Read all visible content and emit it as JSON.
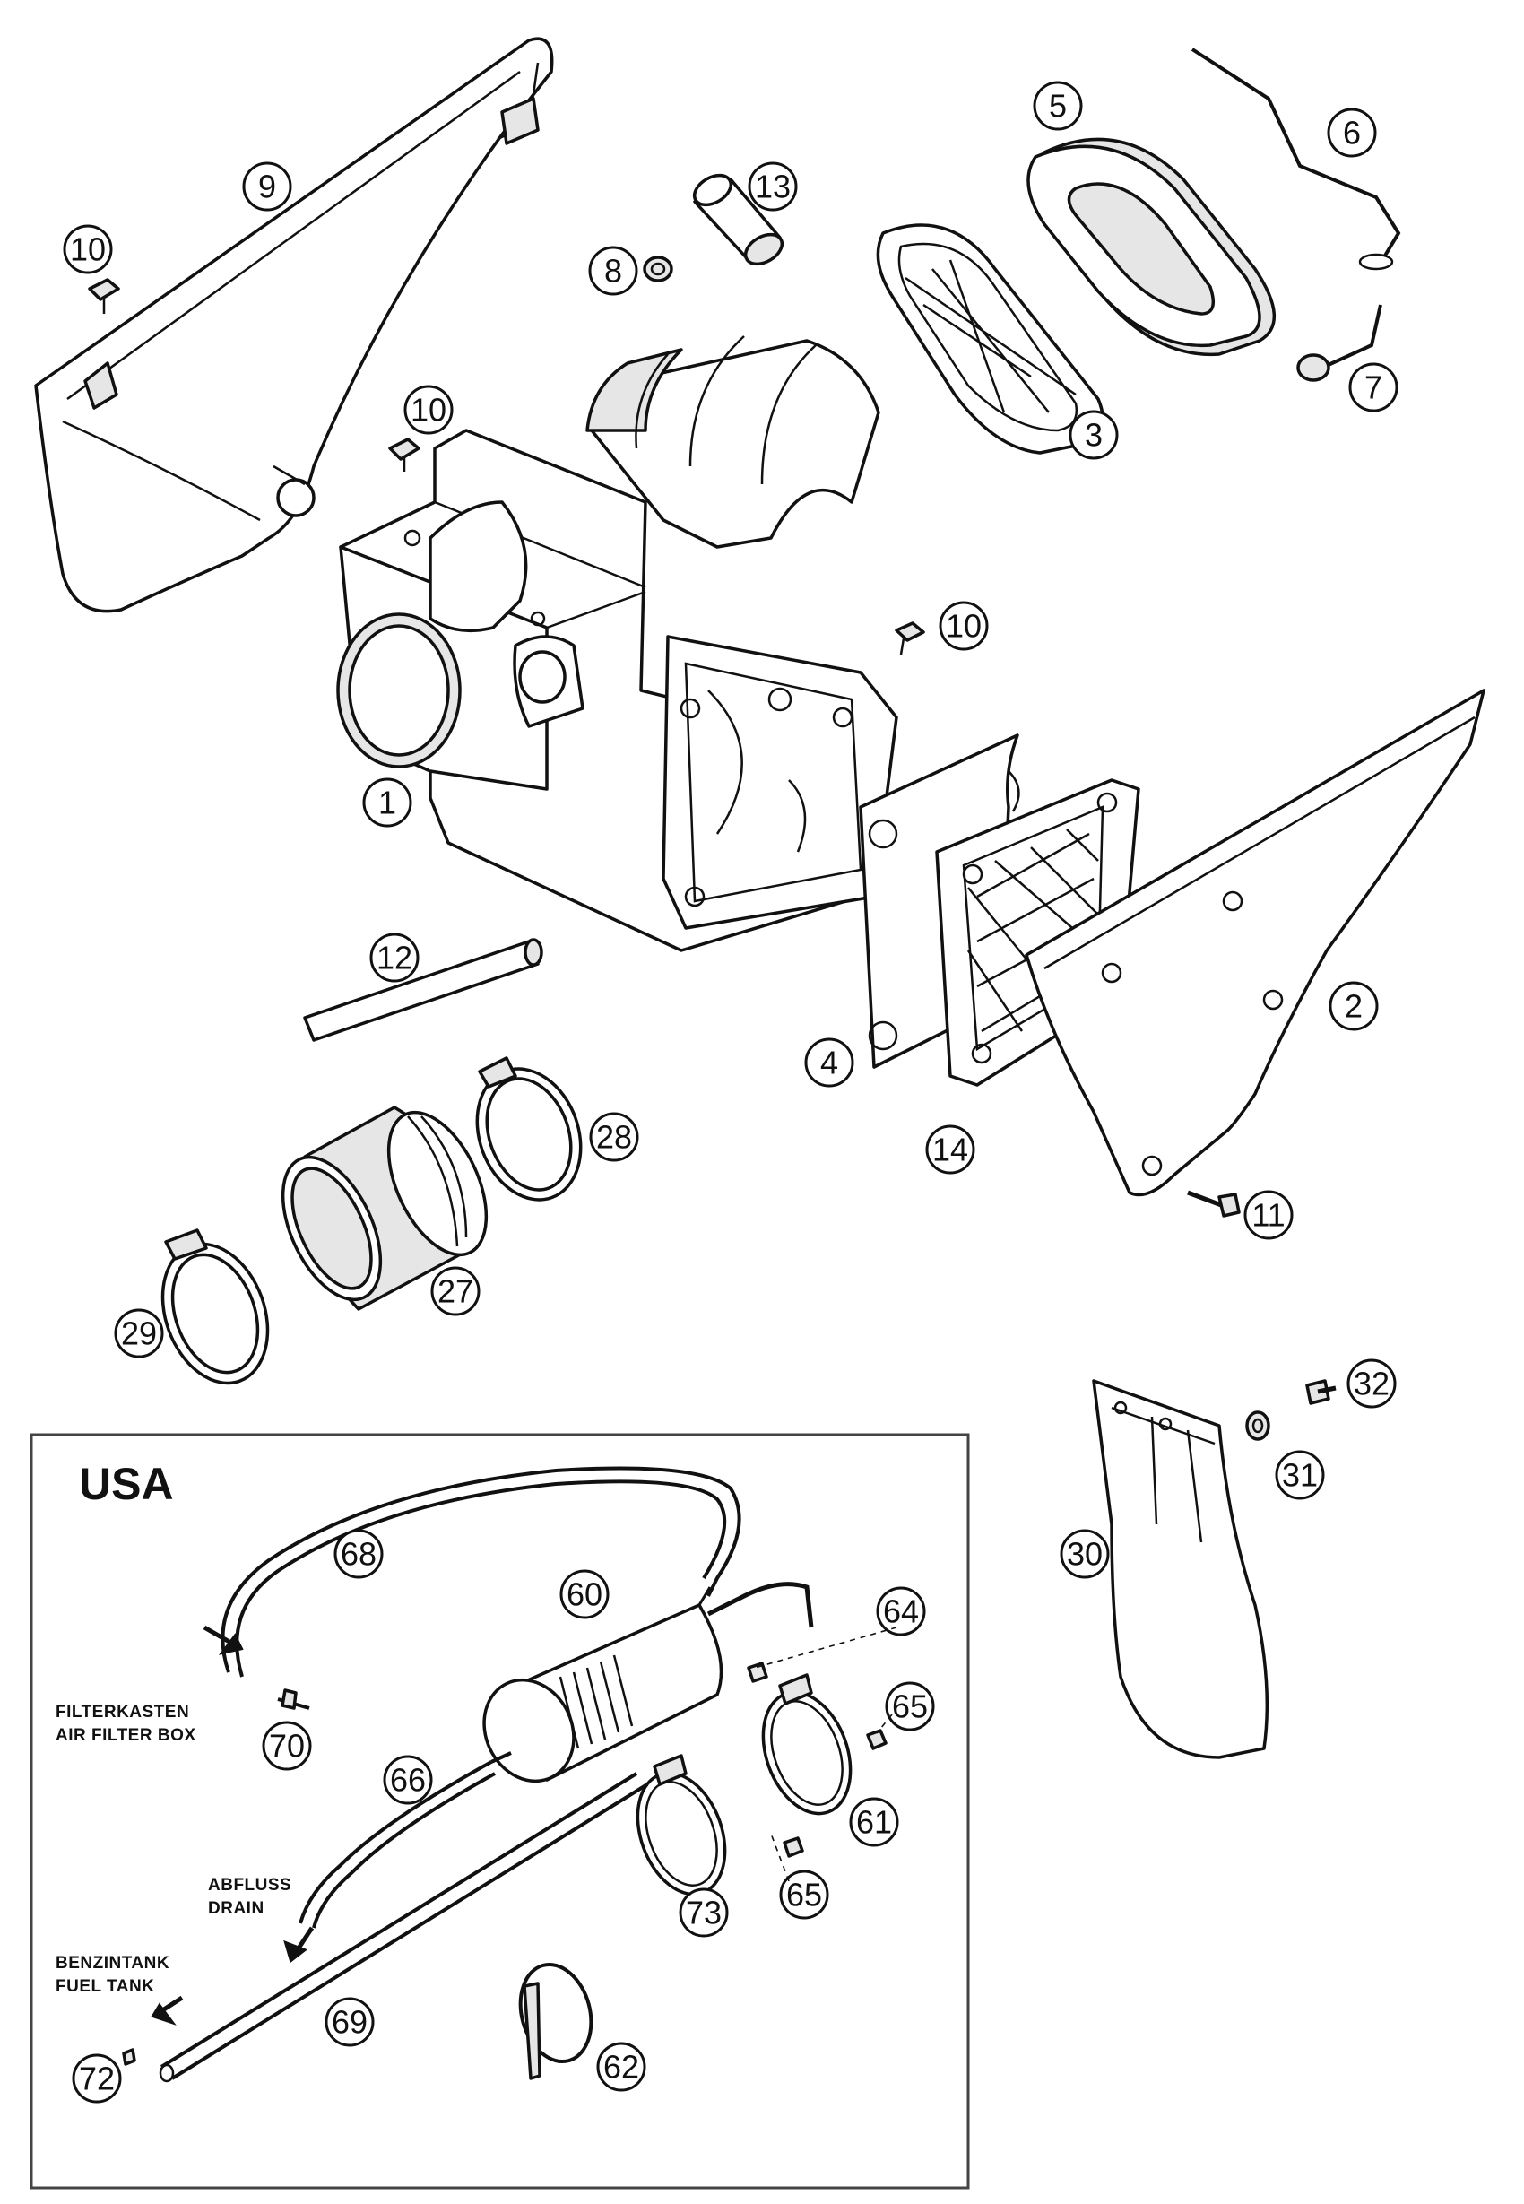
{
  "callouts": [
    {
      "id": "c1",
      "text": "1"
    },
    {
      "id": "c2",
      "text": "2"
    },
    {
      "id": "c3",
      "text": "3"
    },
    {
      "id": "c4",
      "text": "4"
    },
    {
      "id": "c5",
      "text": "5"
    },
    {
      "id": "c6",
      "text": "6"
    },
    {
      "id": "c7",
      "text": "7"
    },
    {
      "id": "c8",
      "text": "8"
    },
    {
      "id": "c9",
      "text": "9"
    },
    {
      "id": "c10a",
      "text": "10"
    },
    {
      "id": "c10b",
      "text": "10"
    },
    {
      "id": "c10c",
      "text": "10"
    },
    {
      "id": "c11",
      "text": "11"
    },
    {
      "id": "c12",
      "text": "12"
    },
    {
      "id": "c13",
      "text": "13"
    },
    {
      "id": "c14",
      "text": "14"
    },
    {
      "id": "c27",
      "text": "27"
    },
    {
      "id": "c28",
      "text": "28"
    },
    {
      "id": "c29",
      "text": "29"
    },
    {
      "id": "c30",
      "text": "30"
    },
    {
      "id": "c31",
      "text": "31"
    },
    {
      "id": "c32",
      "text": "32"
    },
    {
      "id": "c60",
      "text": "60"
    },
    {
      "id": "c61",
      "text": "61"
    },
    {
      "id": "c62",
      "text": "62"
    },
    {
      "id": "c64",
      "text": "64"
    },
    {
      "id": "c65a",
      "text": "65"
    },
    {
      "id": "c65b",
      "text": "65"
    },
    {
      "id": "c66",
      "text": "66"
    },
    {
      "id": "c68",
      "text": "68"
    },
    {
      "id": "c69",
      "text": "69"
    },
    {
      "id": "c70",
      "text": "70"
    },
    {
      "id": "c72",
      "text": "72"
    },
    {
      "id": "c73",
      "text": "73"
    }
  ],
  "inset": {
    "title": "USA",
    "notes": {
      "filterbox_de": "FILTERKASTEN",
      "filterbox_en": "AIR FILTER BOX",
      "drain_de": "ABFLUSS",
      "drain_en": "DRAIN",
      "fueltank_de": "BENZINTANK",
      "fueltank_en": "FUEL TANK"
    }
  }
}
